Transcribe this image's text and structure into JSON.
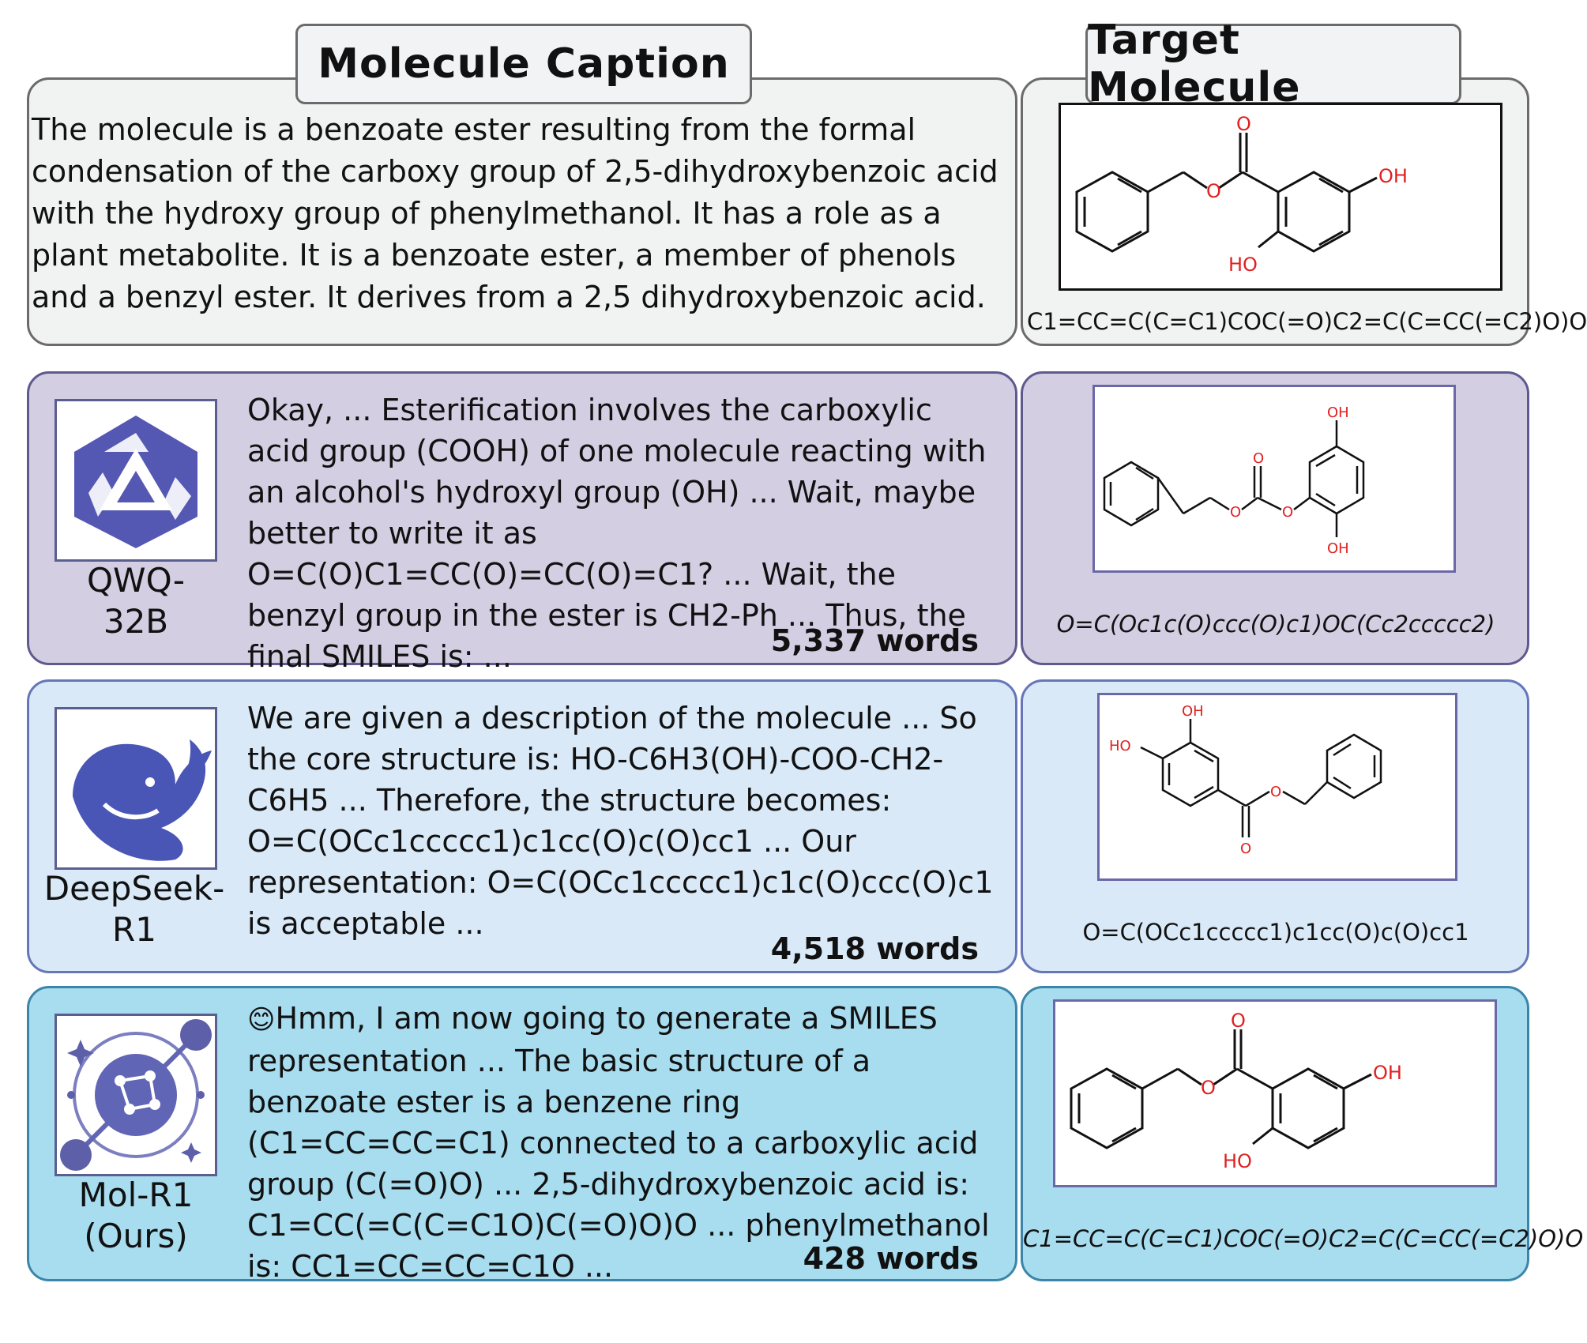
{
  "headers": {
    "caption_title": "Molecule Caption",
    "target_title": "Target Molecule"
  },
  "caption": {
    "text": "The molecule is a benzoate ester resulting from the formal condensation of the carboxy group of 2,5-dihydroxybenzoic acid with the hydroxy group of phenylmethanol. It has a role as a plant metabolite. It is a benzoate ester, a member of phenols and a benzyl ester. It derives from a 2,5 dihydroxybenzoic acid."
  },
  "target": {
    "smiles": "C1=CC=C(C=C1)COC(=O)C2=C(C=CC(=C2)O)O",
    "labels": {
      "o_ring": "O",
      "o_carbonyl": "O",
      "oh_top": "OH",
      "ho_bottom": "HO"
    }
  },
  "models": [
    {
      "name_line1": "QWQ-",
      "name_line2": "32B",
      "icon": "qwen-logo-icon",
      "reasoning": "Okay, ... Esterification involves the carboxylic acid group (COOH) of one molecule reacting with an alcohol's hydroxyl group (OH) ... Wait, maybe better to write it as O=C(O)C1=CC(O)=CC(O)=C1? ... Wait, the benzyl group in the ester is CH2-Ph ... Thus, the final SMILES is: ...",
      "words": "5,337 words",
      "smiles": "O=C(Oc1c(O)ccc(O)c1)OC(Cc2ccccc2)",
      "labels": {
        "oh_top": "OH",
        "oh_bottom": "OH",
        "o1": "O",
        "o2": "O",
        "o3": "O"
      }
    },
    {
      "name_line1": "DeepSeek-",
      "name_line2": "R1",
      "icon": "whale-logo-icon",
      "reasoning": "We are given a description of the molecule ... So the core structure is: HO-C6H3(OH)-COO-CH2-C6H5 ... Therefore, the structure becomes: O=C(OCc1ccccc1)c1cc(O)c(O)cc1 ... Our representation: O=C(OCc1ccccc1)c1c(O)ccc(O)c1 is acceptable ...",
      "words": "4,518 words",
      "smiles": "O=C(OCc1ccccc1)c1cc(O)c(O)cc1",
      "labels": {
        "oh_top": "OH",
        "ho_left": "HO",
        "o_ring": "O",
        "o_carbonyl": "O"
      }
    },
    {
      "name_line1": "Mol-R1",
      "name_line2": "(Ours)",
      "icon": "mol-r1-logo-icon",
      "emoji": "😊",
      "reasoning": "Hmm, I am now going to generate a SMILES representation ... The basic structure of a benzoate ester is a benzene ring (C1=CC=CC=C1) connected to a carboxylic acid group (C(=O)O) ... 2,5-dihydroxybenzoic acid is: C1=CC(=C(C=C1O)C(=O)O)O ... phenylmethanol is: CC1=CC=CC=C1O ...",
      "words": "428 words",
      "smiles": "C1=CC=C(C=C1)COC(=O)C2=C(C=CC(=C2)O)O",
      "labels": {
        "o_ring": "O",
        "o_carbonyl": "O",
        "oh_top": "OH",
        "ho_bottom": "HO"
      }
    }
  ],
  "colors": {
    "caption_bg": "#f1f3f2",
    "qwq_bg": "#d3cee2",
    "deepseek_bg": "#d9e9f7",
    "molr1_bg": "#a8dcef",
    "logo_blue": "#5558b2",
    "oxygen_red": "#e02020"
  }
}
